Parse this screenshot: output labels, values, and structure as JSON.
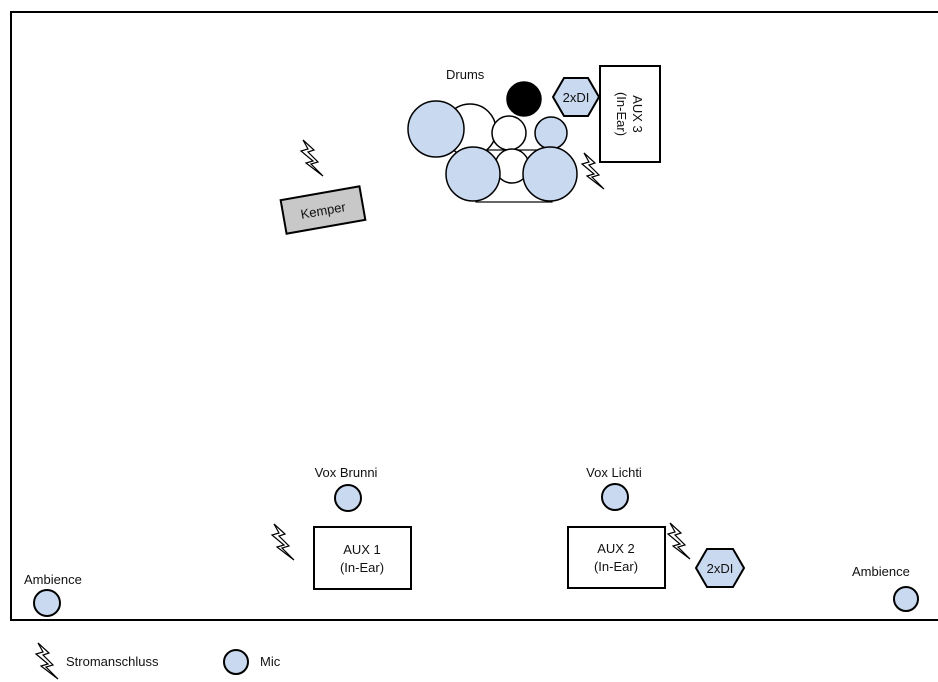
{
  "stage": {
    "drums_label": "Drums",
    "kemper_label": "Kemper",
    "di_top_label": "2xDI",
    "di_bottom_label": "2xDI",
    "aux3_line1": "AUX 3",
    "aux3_line2": "(In-Ear)",
    "aux1_line1": "AUX 1",
    "aux1_line2": "(In-Ear)",
    "aux2_line1": "AUX 2",
    "aux2_line2": "(In-Ear)",
    "vox_brunni_label": "Vox Brunni",
    "vox_lichti_label": "Vox Lichti",
    "ambience_left_label": "Ambience",
    "ambience_right_label": "Ambience"
  },
  "legend": {
    "power_label": "Stromanschluss",
    "mic_label": "Mic"
  },
  "colors": {
    "mic_fill": "#c9daf0",
    "kemper_fill": "#c8c8c8",
    "kick_fill": "#000000",
    "outline": "#000000"
  }
}
